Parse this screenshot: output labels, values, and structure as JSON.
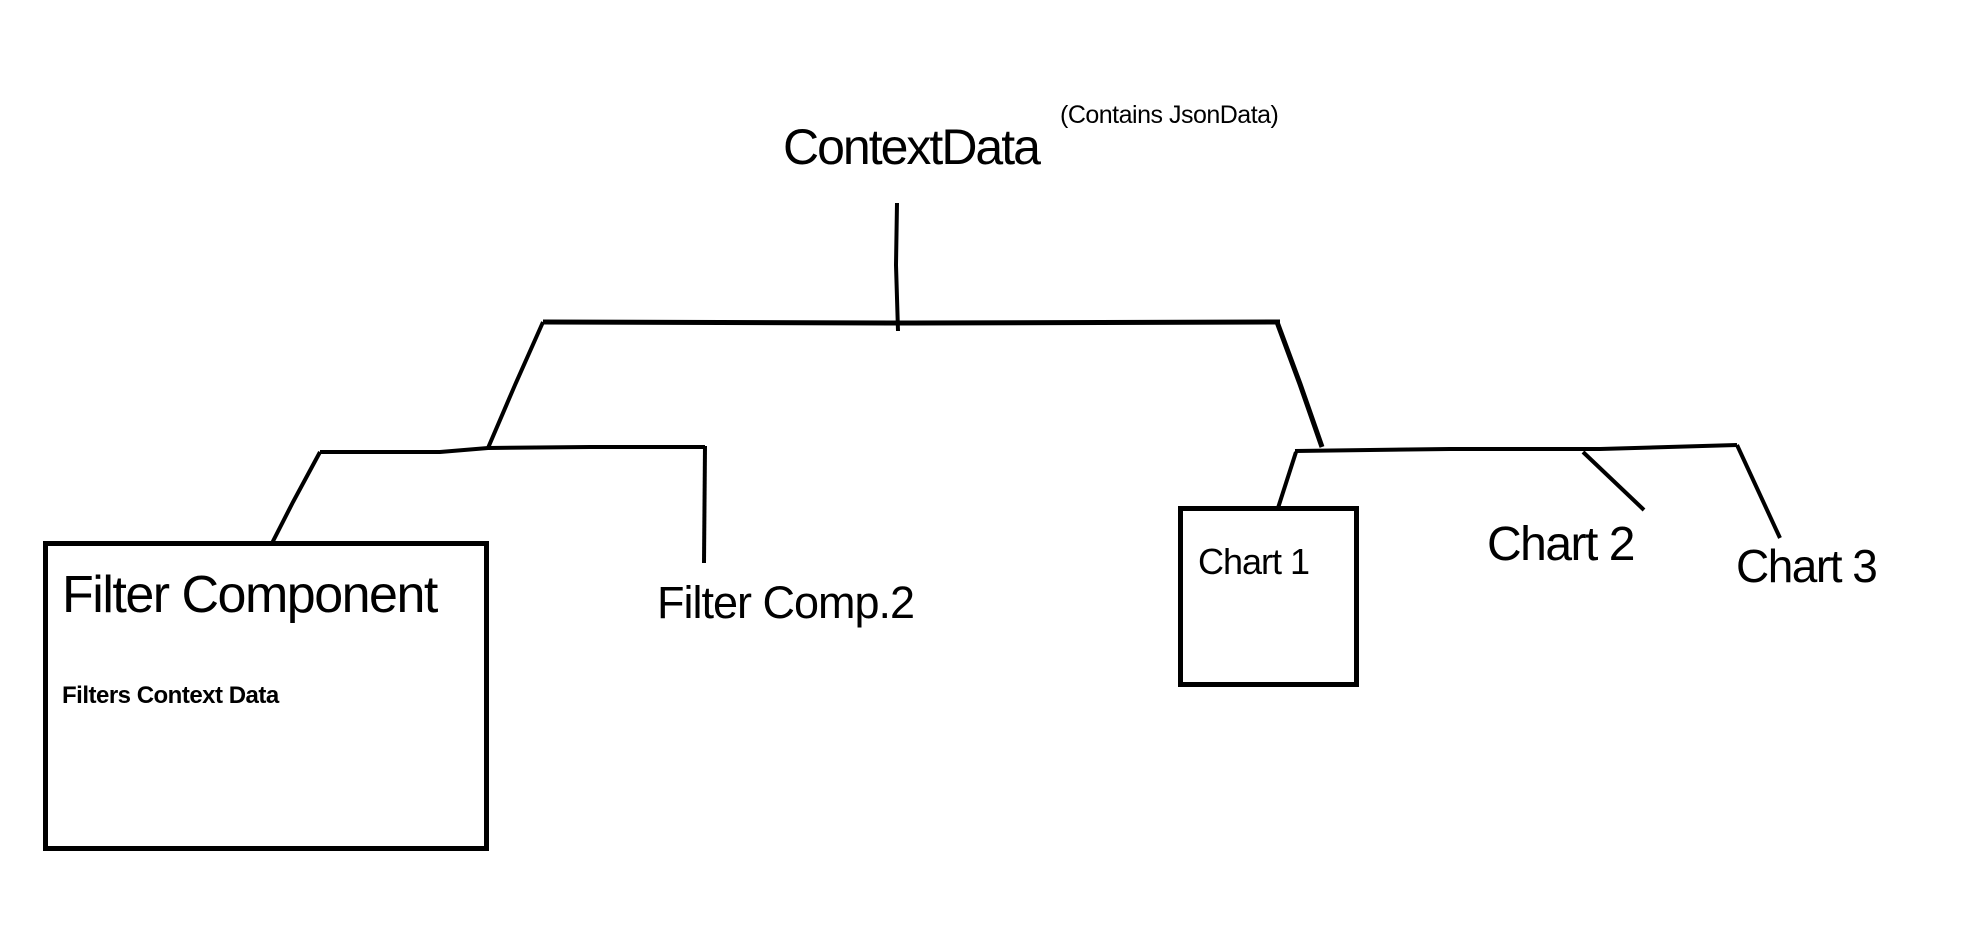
{
  "diagram": {
    "root": {
      "label": "ContextData",
      "annotation": "(Contains JsonData)"
    },
    "filter_component": {
      "title": "Filter Component",
      "description": "Filters Context Data"
    },
    "filter_comp2": {
      "label": "Filter Comp.2"
    },
    "charts": {
      "chart1": "Chart 1",
      "chart2": "Chart 2",
      "chart3": "Chart 3"
    },
    "colors": {
      "ink": "#000000",
      "background": "#ffffff"
    }
  }
}
